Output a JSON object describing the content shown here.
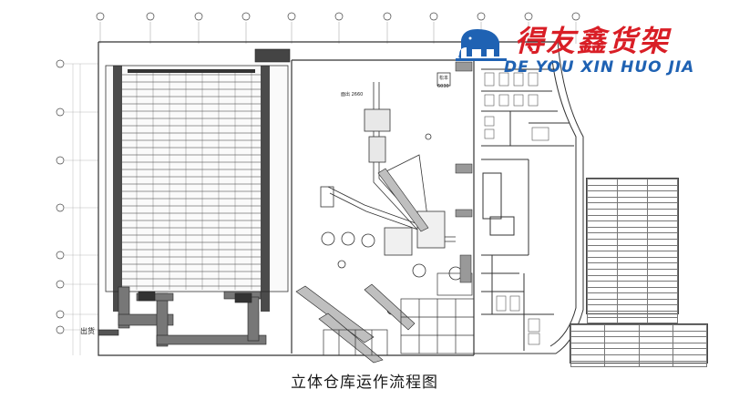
{
  "logo": {
    "name_cn": "得友鑫货架",
    "name_en": "DE YOU XIN HUO JIA",
    "colors": {
      "cn": "#d91e26",
      "en": "#1f62b3"
    }
  },
  "caption": "立体仓库运作流程图",
  "labels": {
    "area_label_1": "面出 2660",
    "area_label_2": "松本",
    "area_label_3": "6030",
    "exit_label": "出货"
  }
}
